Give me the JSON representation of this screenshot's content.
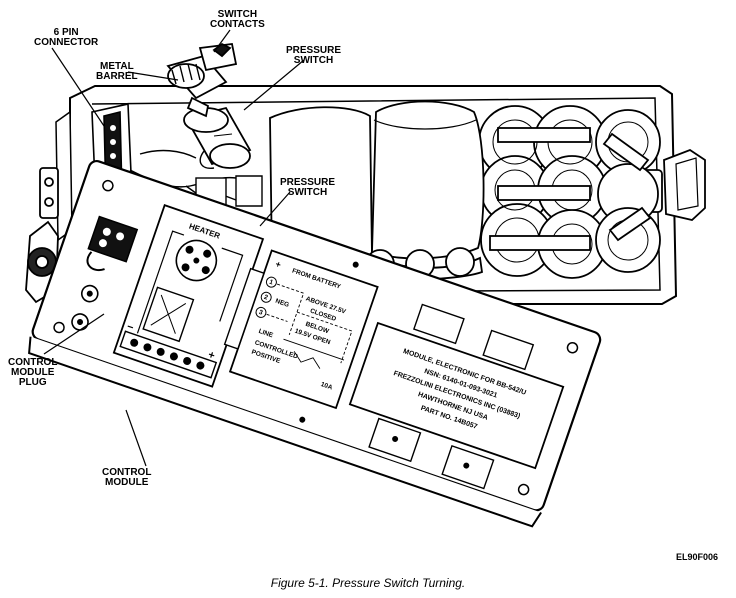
{
  "callouts": {
    "switch_contacts": "SWITCH\nCONTACTS",
    "six_pin_connector": "6 PIN\nCONNECTOR",
    "metal_barrel": "METAL\nBARREL",
    "pressure_switch_top": "PRESSURE\nSWITCH",
    "pressure_switch_mid": "PRESSURE\nSWITCH",
    "control_module_plug": "CONTROL\nMODULE\nPLUG",
    "control_module": "CONTROL\nMODULE"
  },
  "panel_text": {
    "heater": "HEATER",
    "from_battery": "FROM BATTERY",
    "neg": "NEG",
    "above": "ABOVE 27.5V",
    "closed": "CLOSED",
    "below": "BELOW",
    "below_value": "19.5V OPEN",
    "line": "LINE",
    "controlled": "CONTROLLED",
    "positive": "POSITIVE",
    "amps": "10A",
    "plus": "+",
    "minus": "−",
    "num1": "1",
    "num2": "2",
    "num3": "3"
  },
  "nameplate": {
    "line1": "MODULE, ELECTRONIC FOR BB-542/U",
    "line2": "NSN: 6140-01-093-3021",
    "line3": "FREZZOLINI ELECTRONICS INC (03883)",
    "line4": "HAWTHORNE NJ USA",
    "line5": "PART NO. 14B057"
  },
  "figure_id": "EL90F006",
  "caption": "Figure 5-1.  Pressure Switch Turning."
}
